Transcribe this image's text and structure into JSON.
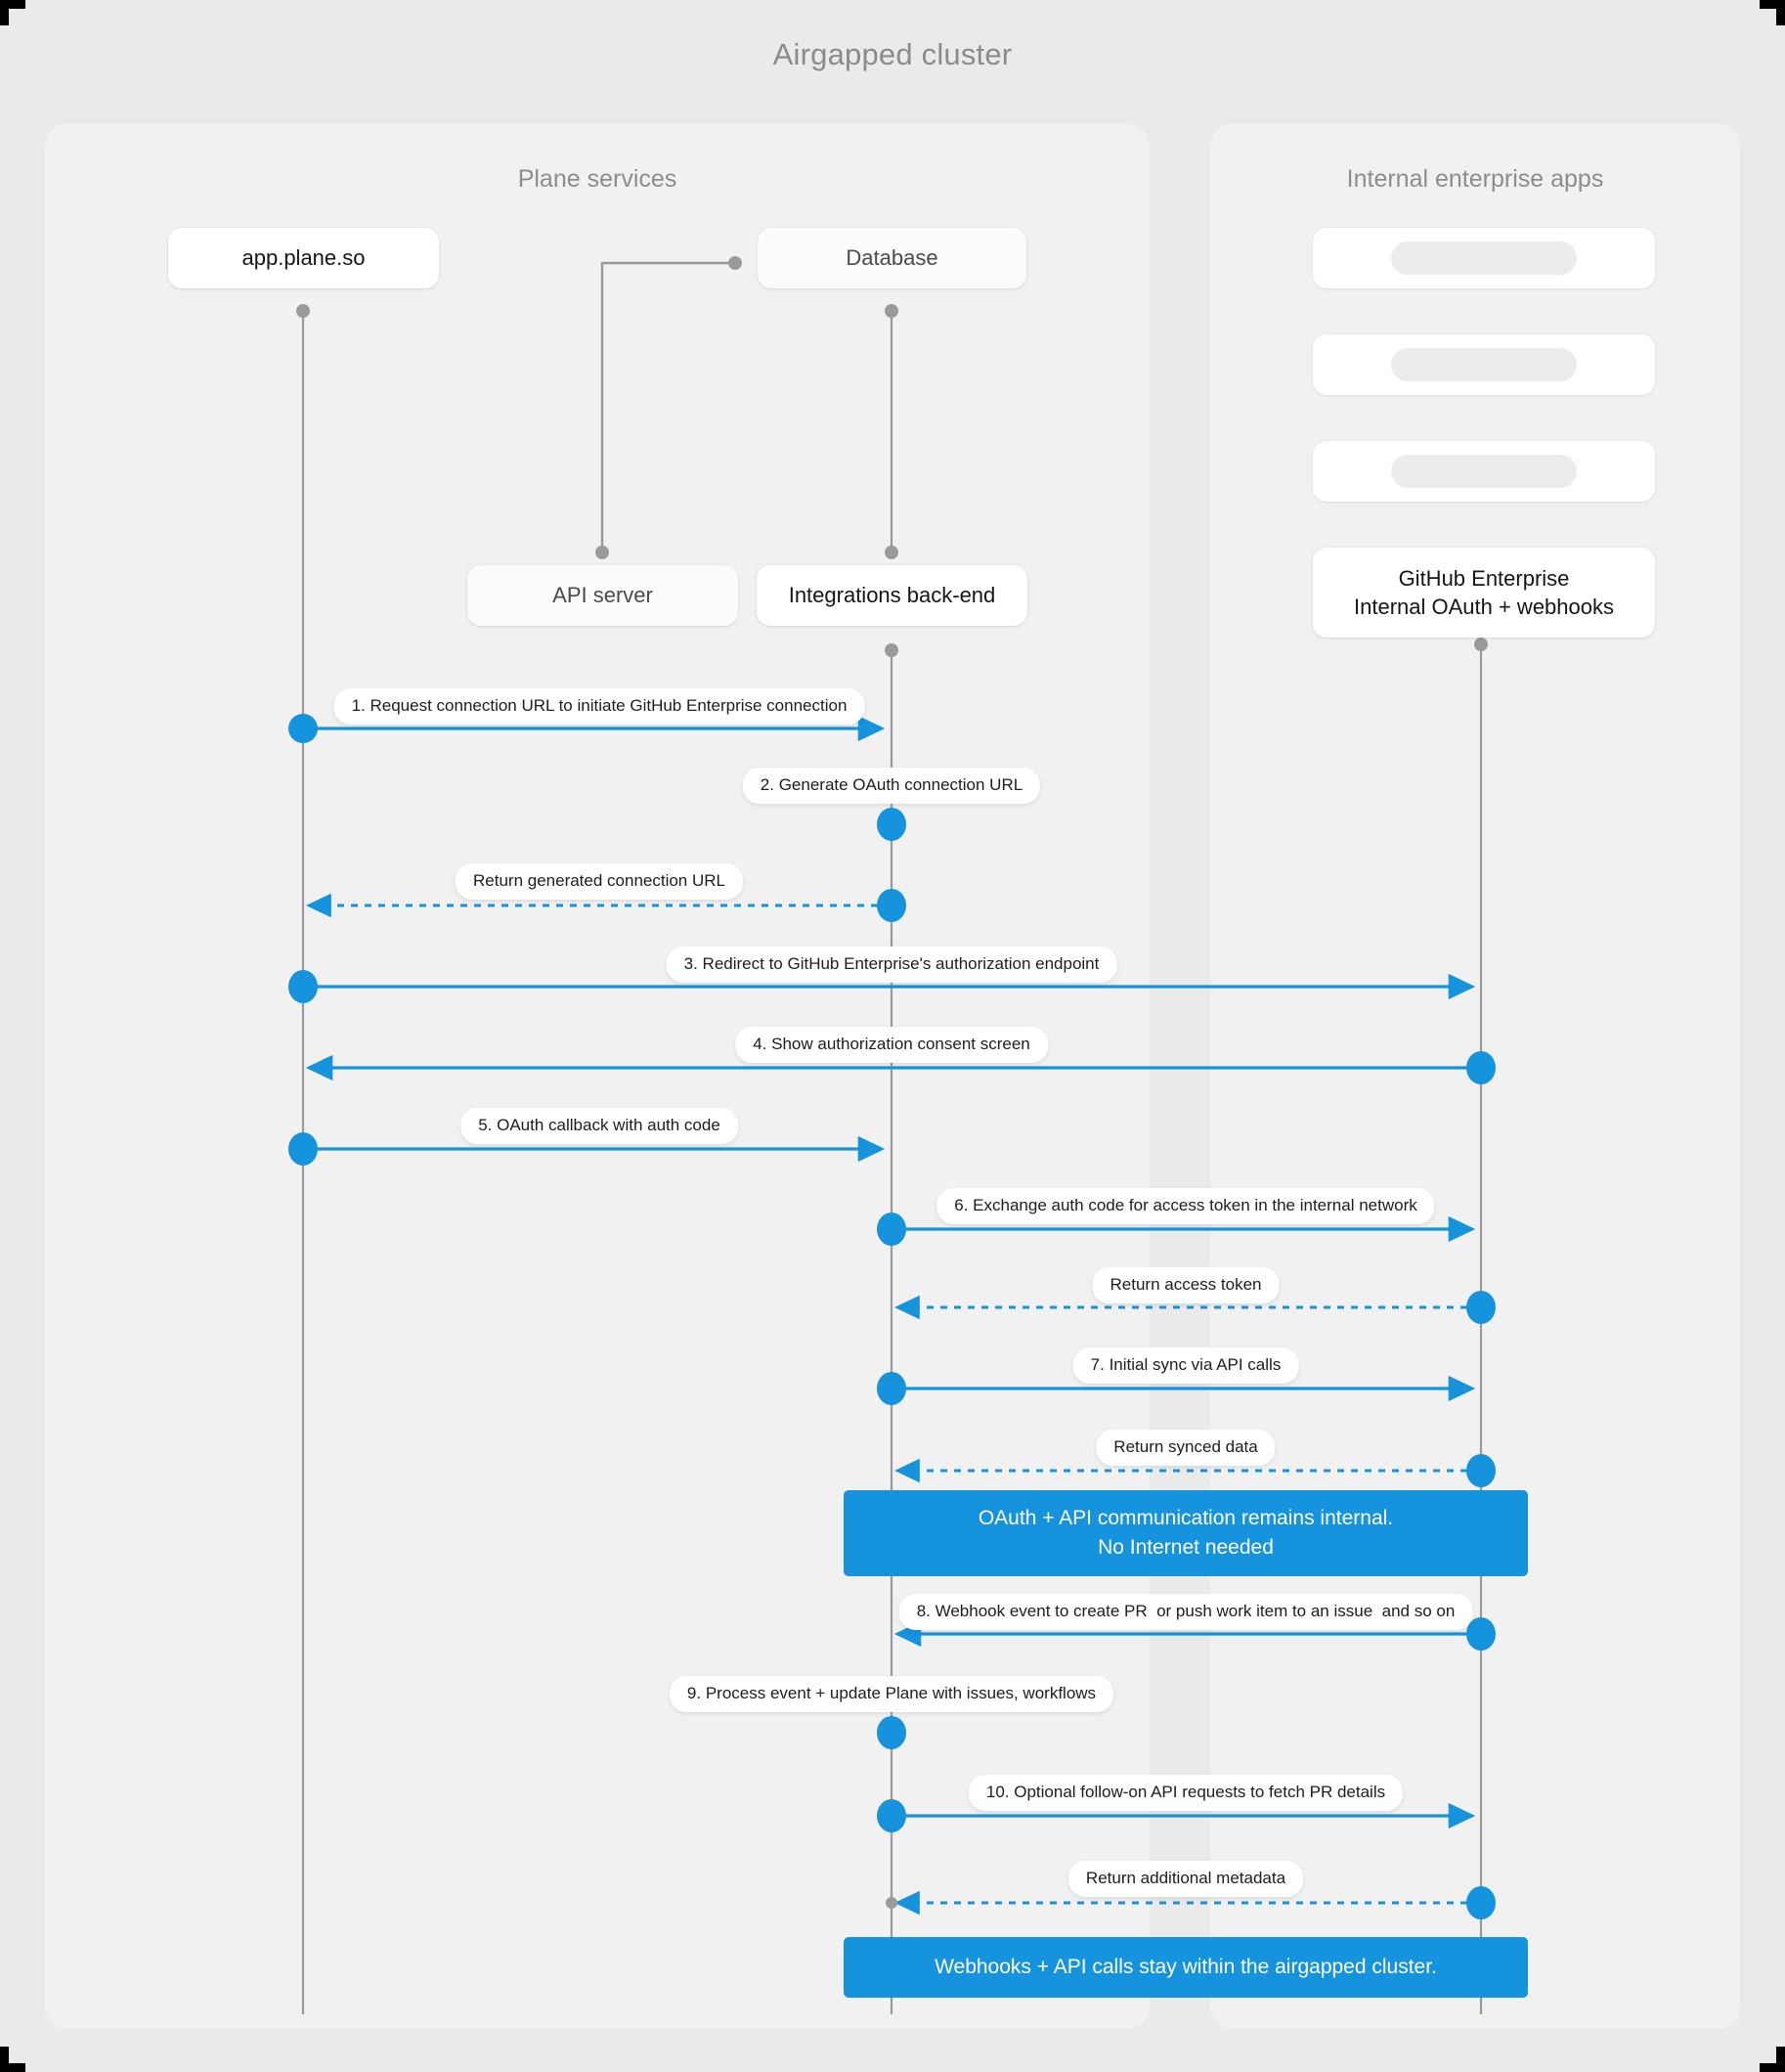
{
  "diagram": {
    "title": "Airgapped cluster",
    "accent_color": "#1593dd",
    "lifeline_color": "#9a9a9a",
    "panels": {
      "left": {
        "title": "Plane services"
      },
      "right": {
        "title": "Internal enterprise apps"
      }
    }
  },
  "participants": [
    {
      "id": "app",
      "label": "app.plane.so",
      "style": "solid"
    },
    {
      "id": "database",
      "label": "Database",
      "style": "dim"
    },
    {
      "id": "api",
      "label": "API server",
      "style": "dim"
    },
    {
      "id": "integrations",
      "label": "Integrations back-end",
      "style": "solid"
    },
    {
      "id": "github",
      "label": "GitHub Enterprise\nInternal OAuth + webhooks",
      "style": "solid"
    }
  ],
  "placeholder_apps": [
    {
      "id": "app-slot-1"
    },
    {
      "id": "app-slot-2"
    },
    {
      "id": "app-slot-3"
    }
  ],
  "messages": [
    {
      "n": 1,
      "label": "1. Request connection URL to initiate GitHub Enterprise connection",
      "from": "app",
      "to": "integrations",
      "kind": "solid"
    },
    {
      "n": 2,
      "label": "2. Generate OAuth connection URL",
      "from": "integrations",
      "to": "integrations",
      "kind": "self"
    },
    {
      "n": 3,
      "label": "Return generated connection URL",
      "from": "integrations",
      "to": "app",
      "kind": "dashed"
    },
    {
      "n": 4,
      "label": "3. Redirect to GitHub Enterprise's authorization endpoint",
      "from": "app",
      "to": "github",
      "kind": "solid"
    },
    {
      "n": 5,
      "label": "4. Show authorization consent screen",
      "from": "github",
      "to": "app",
      "kind": "solid"
    },
    {
      "n": 6,
      "label": "5. OAuth callback with auth code",
      "from": "app",
      "to": "integrations",
      "kind": "solid"
    },
    {
      "n": 7,
      "label": "6. Exchange auth code for access token in the internal network",
      "from": "integrations",
      "to": "github",
      "kind": "solid"
    },
    {
      "n": 8,
      "label": "Return access token",
      "from": "github",
      "to": "integrations",
      "kind": "dashed"
    },
    {
      "n": 9,
      "label": "7. Initial sync via API calls",
      "from": "integrations",
      "to": "github",
      "kind": "solid"
    },
    {
      "n": 10,
      "label": "Return synced data",
      "from": "github",
      "to": "integrations",
      "kind": "dashed"
    },
    {
      "n": 11,
      "label": "8. Webhook event to create PR  or push work item to an issue  and so on",
      "from": "github",
      "to": "integrations",
      "kind": "solid"
    },
    {
      "n": 12,
      "label": "9. Process event + update Plane with issues, workflows",
      "from": "integrations",
      "to": "integrations",
      "kind": "self"
    },
    {
      "n": 13,
      "label": "10. Optional follow-on API requests to fetch PR details",
      "from": "integrations",
      "to": "github",
      "kind": "solid"
    },
    {
      "n": 14,
      "label": "Return additional metadata",
      "from": "github",
      "to": "integrations",
      "kind": "dashed"
    }
  ],
  "notes": [
    {
      "id": "note-internal",
      "line1": "OAuth + API communication remains internal.",
      "line2": "No Internet needed"
    },
    {
      "id": "note-airgap",
      "line1": "Webhooks + API calls stay within the airgapped cluster.",
      "line2": ""
    }
  ]
}
